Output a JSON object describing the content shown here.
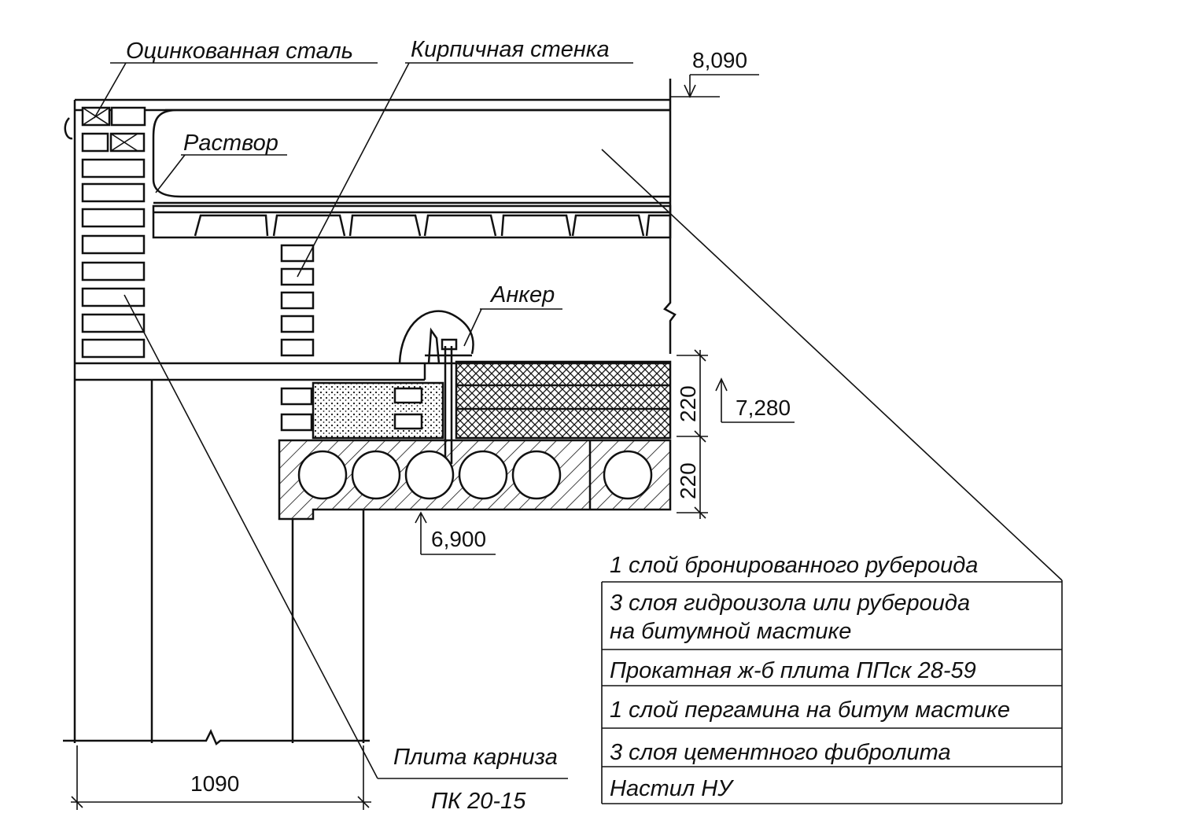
{
  "labels": {
    "galvanized_steel": "Оцинкованная сталь",
    "brick_wall": "Кирпичная стенка",
    "mortar": "Раствор",
    "anchor": "Анкер",
    "cornice_slab": "Плита карниза",
    "cornice_slab_mark": "ПК 20-15"
  },
  "dimensions": {
    "top_elevation": "8,090",
    "mid_elevation": "7,280",
    "bottom_elevation": "6,900",
    "layer_upper": "220",
    "layer_lower": "220",
    "width": "1090"
  },
  "layers": [
    "1 слой бронированного рубероида",
    "3 слоя гидроизола или рубероида",
    "на битумной мастике",
    "Прокатная ж-б плита ППск 28-59",
    "1 слой пергамина на битум  мастике",
    "3 слоя цементного фибролита",
    "Настил НУ"
  ]
}
